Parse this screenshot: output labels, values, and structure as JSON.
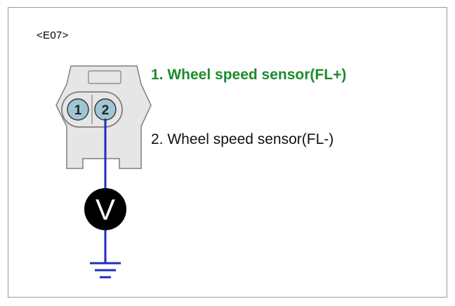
{
  "connector": {
    "id": "<E07>",
    "pins": [
      {
        "number": "1",
        "label": "1. Wheel speed sensor(FL+)"
      },
      {
        "number": "2",
        "label": "2. Wheel speed sensor(FL-)"
      }
    ]
  },
  "meter": {
    "symbol": "V",
    "icon": "voltmeter-icon"
  },
  "ground": {
    "icon": "ground-icon"
  },
  "colors": {
    "highlight_label": "#1e8a2e",
    "normal_label": "#111111",
    "wire": "#1f2fbf",
    "connector_fill": "#e6e6e6",
    "connector_stroke": "#7f7f7f",
    "pin_fill": "#9fc6d4",
    "meter_fill": "#000000"
  }
}
